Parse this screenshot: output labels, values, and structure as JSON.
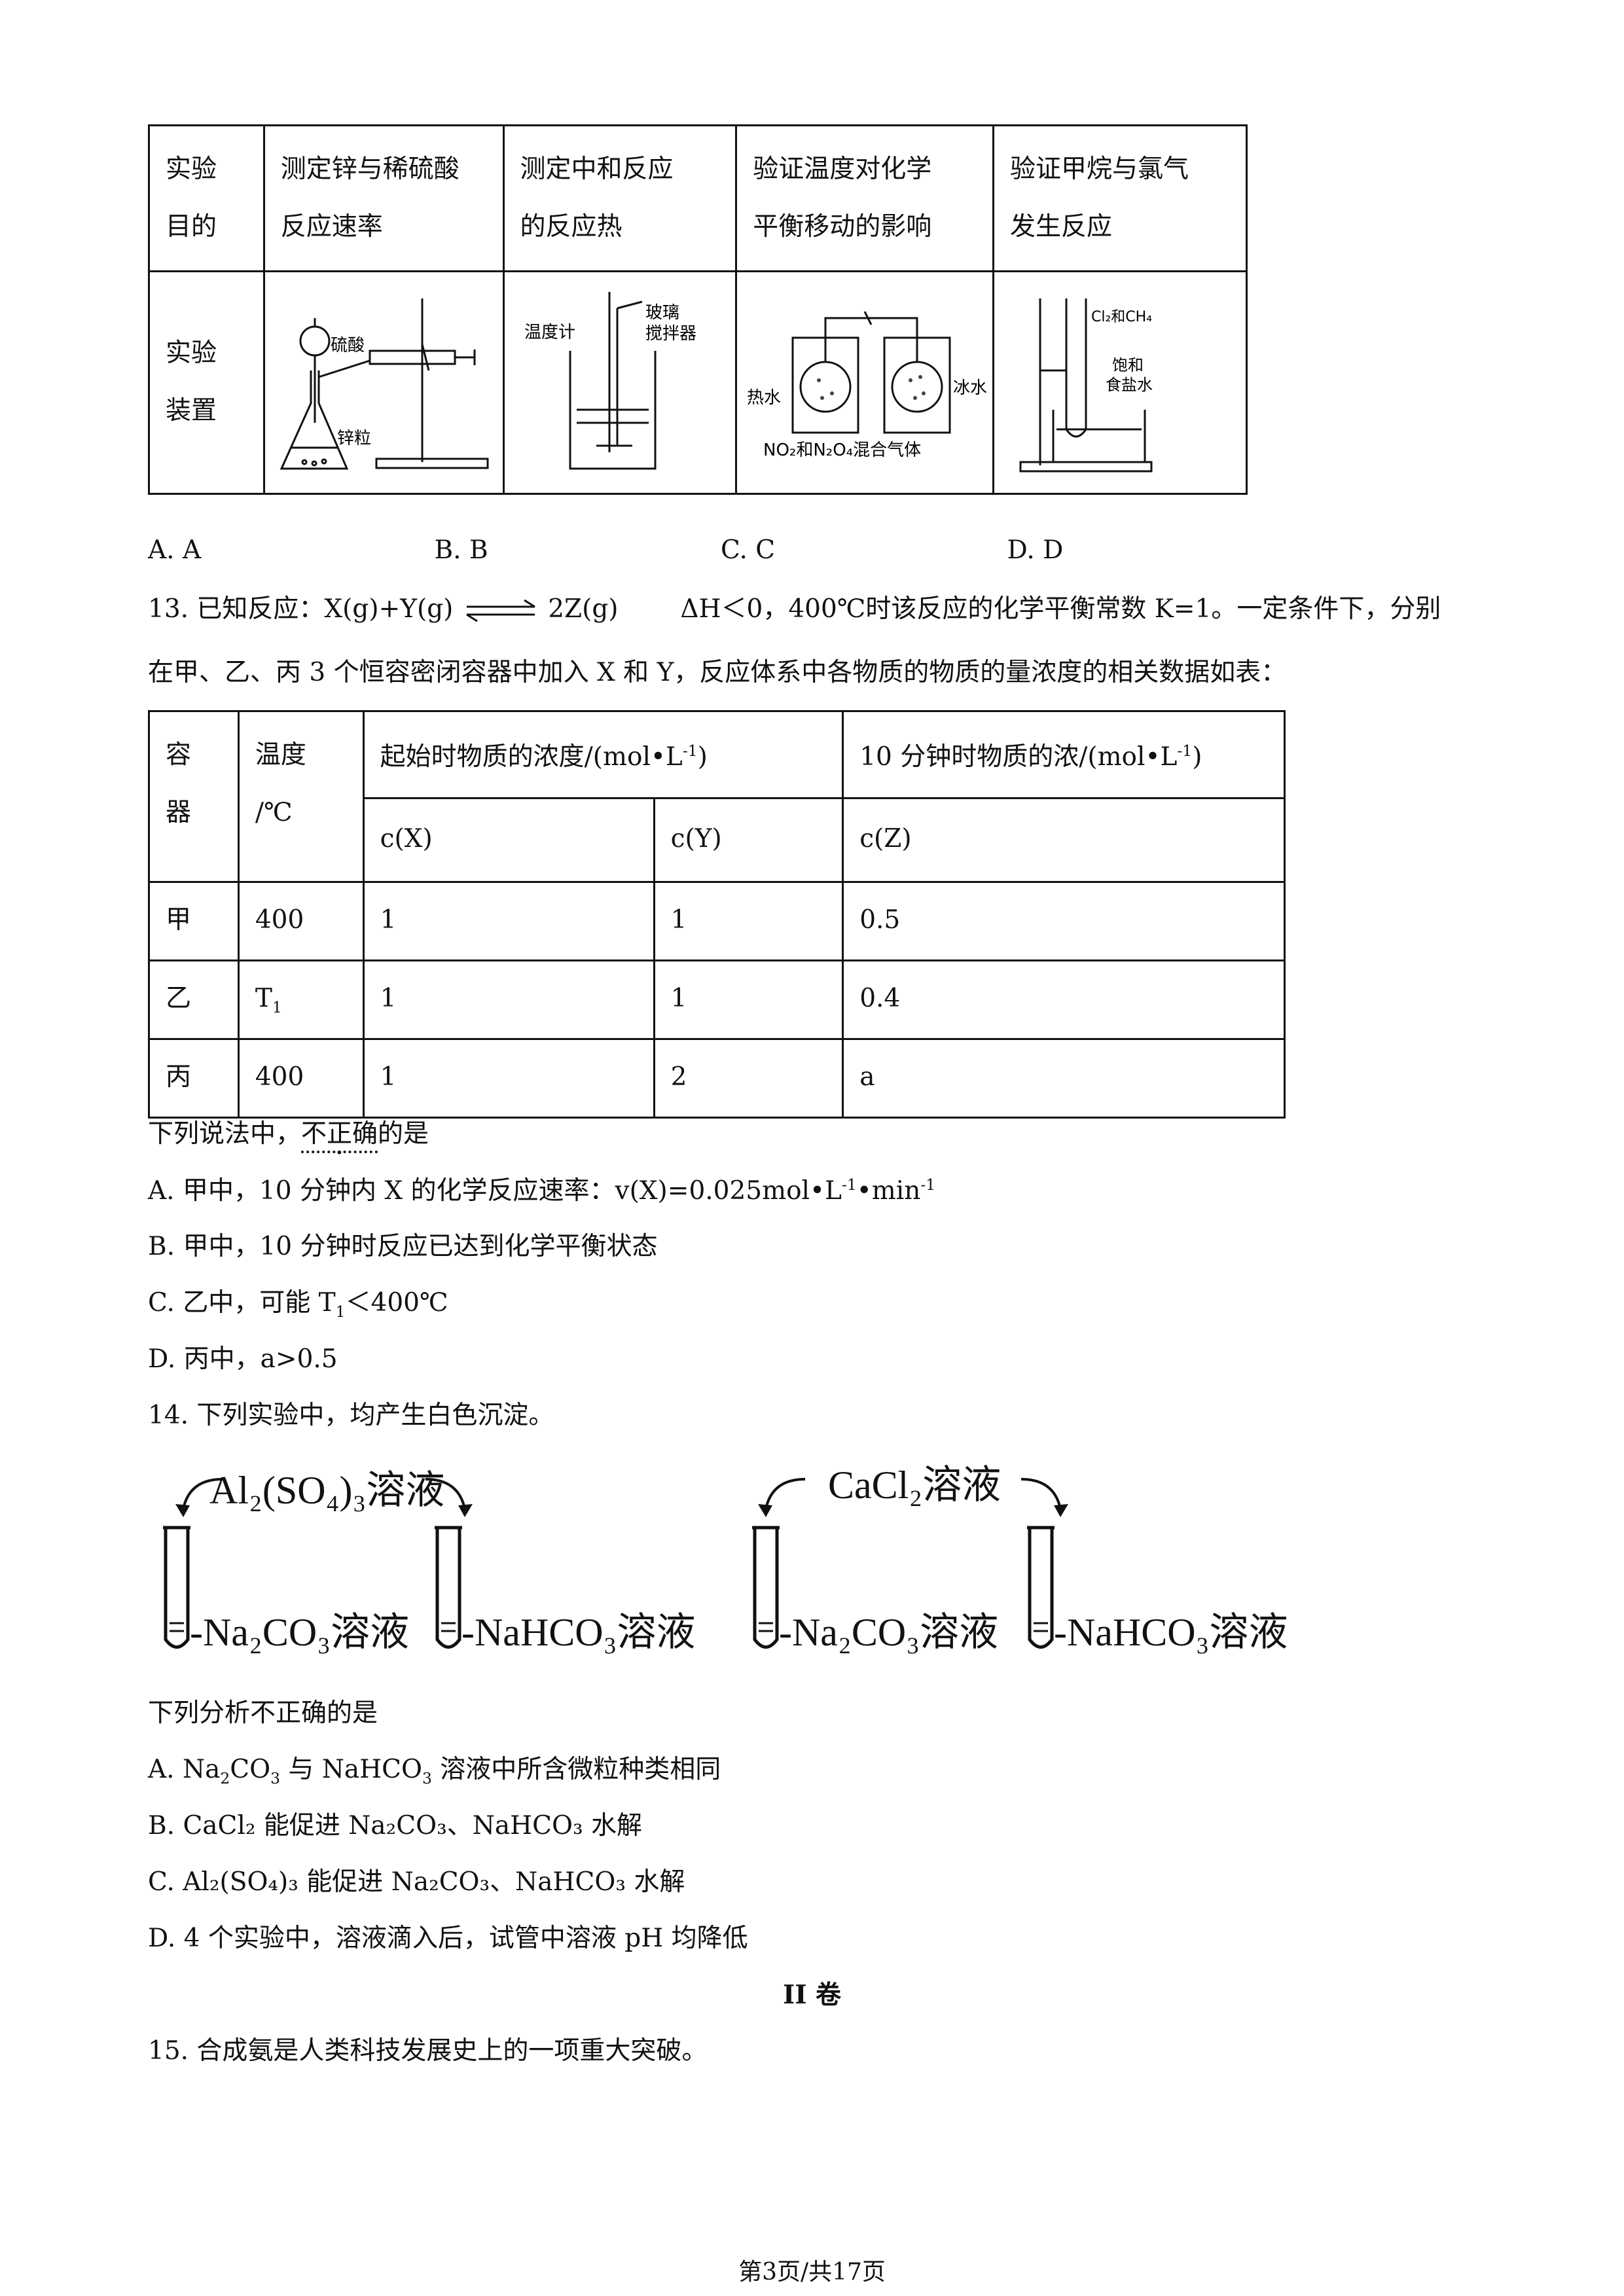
{
  "table1": {
    "row1": [
      "实验目的",
      "测定锌与稀硫酸反应速率",
      "测定中和反应的反应热",
      "验证温度对化学平衡移动的影响",
      "验证甲烷与氯气发生反应"
    ],
    "row_label_purpose_l1": "实验",
    "row_label_purpose_l2": "目的",
    "c1_l1": "测定锌与稀硫酸",
    "c1_l2": "反应速率",
    "c2_l1": "测定中和反应",
    "c2_l2": "的反应热",
    "c3_l1": "验证温度对化学",
    "c3_l2": "平衡移动的影响",
    "c4_l1": "验证甲烷与氯气",
    "c4_l2": "发生反应",
    "row_label_app_l1": "实验",
    "row_label_app_l2": "装置",
    "app1": {
      "acid": "硫酸",
      "zinc": "锌粒"
    },
    "app2": {
      "thermo": "温度计",
      "stir_l1": "玻璃",
      "stir_l2": "搅拌器"
    },
    "app3": {
      "hot": "热水",
      "ice": "冰水",
      "gas": "NO₂和N₂O₄混合气体"
    },
    "app4": {
      "gas": "Cl₂和CH₄",
      "salt_l1": "饱和",
      "salt_l2": "食盐水"
    }
  },
  "q12_options": [
    "A. A",
    "B. B",
    "C. C",
    "D. D"
  ],
  "q13": {
    "prefix": "13.  已知反应：X(g)+Y(g)",
    "product": "2Z(g)",
    "condition": "ΔH＜0，400℃时该反应的化学平衡常数 K=1。一定条件下，分别",
    "line2": "在甲、乙、丙 3 个恒容密闭容器中加入 X 和 Y，反应体系中各物质的物质的量浓度的相关数据如表：",
    "table": {
      "h_container_l1": "容",
      "h_container_l2": "器",
      "h_temp_l1": "温度",
      "h_temp_l2": "/℃",
      "h_start": "起始时物质的浓度/(mol•L",
      "h_start_sup": "-1",
      "h_start_end": ")",
      "h_ten": "10 分钟时物质的浓/(mol•L",
      "h_ten_sup": "-1",
      "h_ten_end": ")",
      "h_cx": "c(X)",
      "h_cy": "c(Y)",
      "h_cz": "c(Z)",
      "rows": [
        {
          "name": "甲",
          "temp": "400",
          "cx": "1",
          "cy": "1",
          "cz": "0.5"
        },
        {
          "name": "乙",
          "temp": "T",
          "temp_sub": "1",
          "cx": "1",
          "cy": "1",
          "cz": "0.4"
        },
        {
          "name": "丙",
          "temp": "400",
          "cx": "1",
          "cy": "2",
          "cz": "a"
        }
      ]
    },
    "stem_pre": "下列说法中，",
    "stem_emph": "不正确",
    "stem_post": "的是",
    "optA": "A.  甲中，10 分钟内 X 的化学反应速率：v(X)=0.025mol•L",
    "optA_sup1": "-1",
    "optA_mid": "•min",
    "optA_sup2": "-1",
    "optB": "B.  甲中，10 分钟时反应已达到化学平衡状态",
    "optC_pre": "C.  乙中，可能 T",
    "optC_sub": "1",
    "optC_post": "＜400℃",
    "optD": "D.  丙中，a>0.5"
  },
  "q14": {
    "title": "14.  下列实验中，均产生白色沉淀。",
    "reagent_left": "Al₂(SO₄)₃溶液",
    "reagent_right": "CaCl₂溶液",
    "tube_na2co3": "-Na₂CO₃溶液",
    "tube_nahco3": "-NaHCO₃溶液",
    "stem": "下列分析不正确的是",
    "optA_pre": "A. Na",
    "optA_s1": "2",
    "optA_m1": "CO",
    "optA_s2": "3",
    "optA_m2": " 与 NaHCO",
    "optA_s3": "3",
    "optA_post": " 溶液中所含微粒种类相同",
    "optB": "B. CaCl₂ 能促进 Na₂CO₃、NaHCO₃ 水解",
    "optC": "C. Al₂(SO₄)₃ 能促进 Na₂CO₃、NaHCO₃ 水解",
    "optD": "D. 4 个实验中，溶液滴入后，试管中溶液 pH 均降低"
  },
  "section": "II 卷",
  "q15": "15.  合成氨是人类科技发展史上的一项重大突破。",
  "footer": "第3页/共17页"
}
